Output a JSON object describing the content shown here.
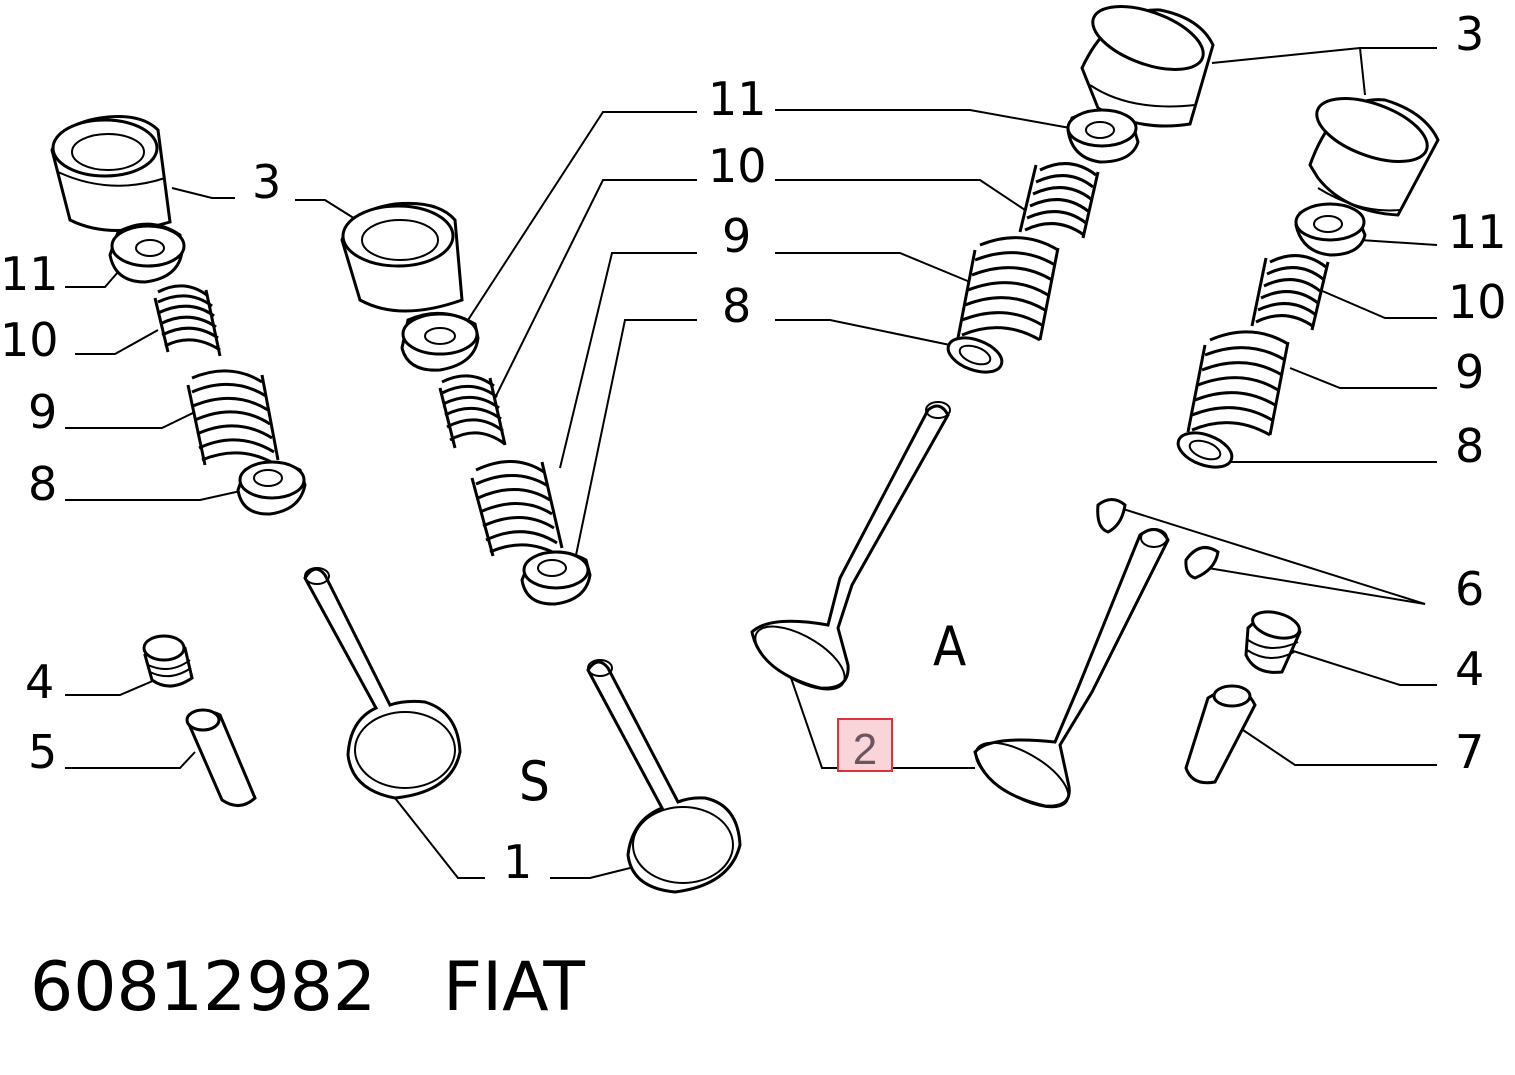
{
  "callouts": {
    "l_3": "3",
    "l_11": "11",
    "l_10": "10",
    "l_9": "9",
    "l_8": "8",
    "l_4": "4",
    "l_5": "5",
    "l_1": "1",
    "c_11": "11",
    "c_10": "10",
    "c_9": "9",
    "c_8": "8",
    "r_3": "3",
    "r_11": "11",
    "r_10": "10",
    "r_9": "9",
    "r_8": "8",
    "r_6": "6",
    "r_4": "4",
    "r_7": "7",
    "highlight_2": "2"
  },
  "zones": {
    "exhaust": "S",
    "intake": "A"
  },
  "footer": {
    "part_number": "60812982",
    "brand": "FIAT"
  },
  "colors": {
    "highlight_border": "#e0303a",
    "highlight_fill": "#f9d5d9",
    "highlight_text": "#6b5560"
  }
}
